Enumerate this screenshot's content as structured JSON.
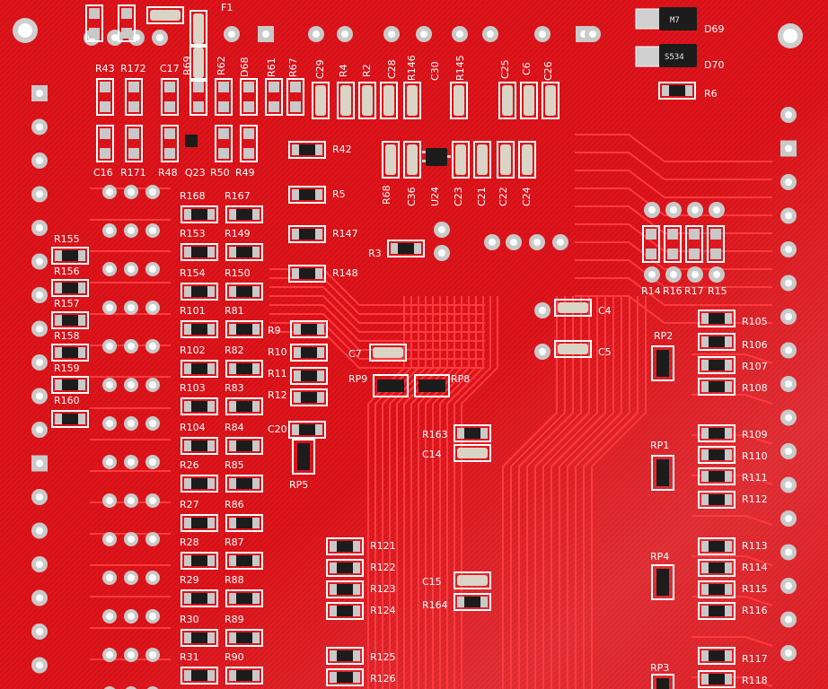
{
  "board": {
    "colors": {
      "solder_mask": "#e0141b",
      "silk": "#ffffff",
      "pad": "#c9c9c9",
      "copper_trace": "#ff3a3e",
      "ic_body": "#1c1c1c"
    },
    "top_labels": [
      "R43",
      "R172",
      "C17",
      "R69",
      "R62",
      "D68",
      "R61",
      "R67",
      "C29",
      "R4",
      "R2",
      "C28",
      "R146",
      "C30",
      "R145",
      "C25",
      "C6",
      "C26",
      "F1",
      "D69",
      "D70",
      "R6"
    ],
    "row2_labels": [
      "C16",
      "R171",
      "R48",
      "Q23",
      "R50",
      "R49",
      "R42",
      "R5",
      "R68",
      "C36",
      "U24",
      "C23",
      "C21",
      "C22",
      "C24"
    ],
    "left_col_labels": [
      "R155",
      "R156",
      "R157",
      "R158",
      "R159",
      "R160"
    ],
    "center_labels": [
      "R168",
      "R167",
      "R153",
      "R149",
      "R154",
      "R150",
      "R101",
      "R81",
      "R102",
      "R82",
      "R103",
      "R83",
      "R104",
      "R84",
      "R26",
      "R85",
      "R27",
      "R86",
      "R28",
      "R87",
      "R29",
      "R88",
      "R30",
      "R89",
      "R31",
      "R90"
    ],
    "mid_labels": [
      "R147",
      "R148",
      "R3",
      "R9",
      "R10",
      "R11",
      "R12",
      "C20",
      "RP5",
      "C7",
      "RP9",
      "RP8",
      "R163",
      "C14",
      "C4",
      "C5",
      "R121",
      "R122",
      "R123",
      "R124",
      "R125",
      "R126",
      "C15",
      "R164"
    ],
    "right_labels": [
      "R14",
      "R16",
      "R17",
      "R15",
      "RP2",
      "RP1",
      "RP4",
      "RP3",
      "R105",
      "R106",
      "R107",
      "R108",
      "R109",
      "R110",
      "R111",
      "R112",
      "R113",
      "R114",
      "R115",
      "R116",
      "R117",
      "R118"
    ],
    "chip_markings": [
      "M7",
      "S534"
    ]
  }
}
